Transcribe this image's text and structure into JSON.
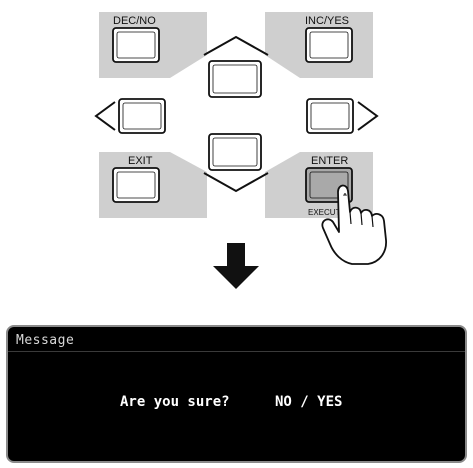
{
  "buttons": {
    "dec_no": "DEC/NO",
    "inc_yes": "INC/YES",
    "exit": "EXIT",
    "enter": "ENTER",
    "execute": "EXECUTE"
  },
  "icons": {
    "cursor_up": "chevron-up-icon",
    "cursor_down": "chevron-down-icon",
    "cursor_left": "chevron-left-icon",
    "cursor_right": "chevron-right-icon",
    "arrow": "arrow-down-icon",
    "hand": "pointing-hand-icon"
  },
  "message": {
    "title": "Message",
    "question": "Are you sure?",
    "choice": "NO / YES"
  },
  "colors": {
    "panel_gray": "#cfcfcf",
    "button_fill": "#ffffff",
    "pressed_fill": "#a9a9a9",
    "message_bg": "#000000",
    "message_text": "#ffffff"
  }
}
